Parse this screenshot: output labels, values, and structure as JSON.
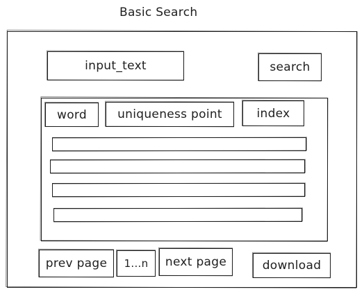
{
  "page": {
    "title": "Basic Search"
  },
  "search": {
    "input_text": "input_text",
    "search_label": "search"
  },
  "results": {
    "columns": [
      "word",
      "uniqueness point",
      "index"
    ],
    "rows": [
      {
        "word": "",
        "uniqueness_point": "",
        "index": ""
      },
      {
        "word": "",
        "uniqueness_point": "",
        "index": ""
      },
      {
        "word": "",
        "uniqueness_point": "",
        "index": ""
      },
      {
        "word": "",
        "uniqueness_point": "",
        "index": ""
      }
    ]
  },
  "pagination": {
    "prev_label": "prev page",
    "range_label": "1...n",
    "next_label": "next page"
  },
  "actions": {
    "download_label": "download"
  }
}
